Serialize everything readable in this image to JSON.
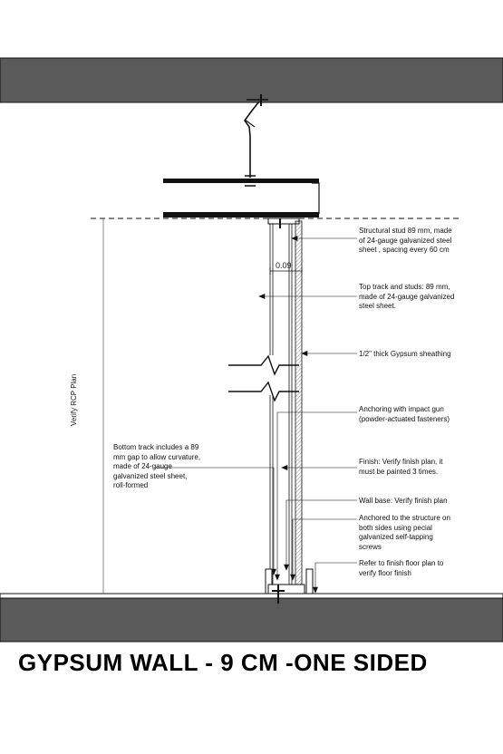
{
  "title": "GYPSUM WALL - 9 CM -ONE SIDED",
  "dimension_label": "0.09",
  "vertical_label": "Verify RCP Plan",
  "notes": {
    "structural_stud": "Structural stud 89 mm, made\nof 24-gauge galvanized steel\nsheet , spacing every 60 cm",
    "top_track": "Top track and studs: 89 mm,\nmade of 24-gauge galvanized\nsteel sheet.",
    "gypsum_sheathing": "1/2\" thick Gypsum sheathing",
    "anchoring": "Anchoring with impact gun\n(powder-actuated fasteners)",
    "finish": "Finish: Verify finish plan, it\nmust be painted 3 times.",
    "wall_base": "Wall base: Verify finish plan",
    "anchored_structure": "Anchored to the structure on\nboth sides using pecial\ngalvanized self-tapping\nscrews",
    "floor_finish": "Refer to finish floor plan to\nverify floor finish",
    "bottom_track": "Bottom track includes a 89\nmm gap to allow curvature,\nmade of 24-gauge\ngalvanized steel sheet,\nroll-formed"
  }
}
